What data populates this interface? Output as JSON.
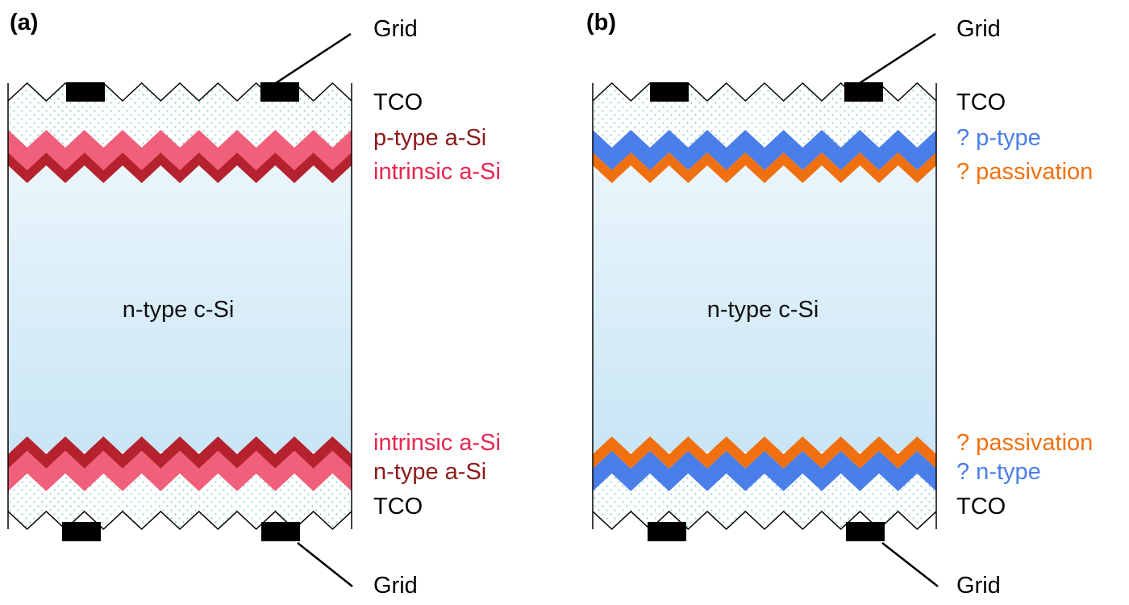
{
  "panels": [
    {
      "id": "a",
      "panel_label": "(a)",
      "center_label": "n-type c-Si",
      "top_grid_label": "Grid",
      "bottom_grid_label": "Grid",
      "layer_labels": {
        "tco_top": "TCO",
        "front_1": "p-type a-Si",
        "front_2": "intrinsic a-Si",
        "back_1": "intrinsic a-Si",
        "back_2": "n-type a-Si",
        "tco_bottom": "TCO"
      }
    },
    {
      "id": "b",
      "panel_label": "(b)",
      "center_label": "n-type c-Si",
      "top_grid_label": "Grid",
      "bottom_grid_label": "Grid",
      "layer_labels": {
        "tco_top": "TCO",
        "front_1": "? p-type",
        "front_2": "? passivation",
        "back_1": "? passivation",
        "back_2": "? n-type",
        "tco_bottom": "TCO"
      }
    }
  ],
  "colors": {
    "tco_dots": "#7fc3cf",
    "wafer_top": "#eaf5fb",
    "wafer_bottom": "#c9e6f6",
    "a_pink": "#f0607a",
    "a_darkred": "#b5222e",
    "a_label_dark": "#8b1a1a",
    "a_label_pink": "#e8264f",
    "b_blue": "#4a7ee8",
    "b_orange": "#f07010",
    "grid_black": "#000000"
  }
}
